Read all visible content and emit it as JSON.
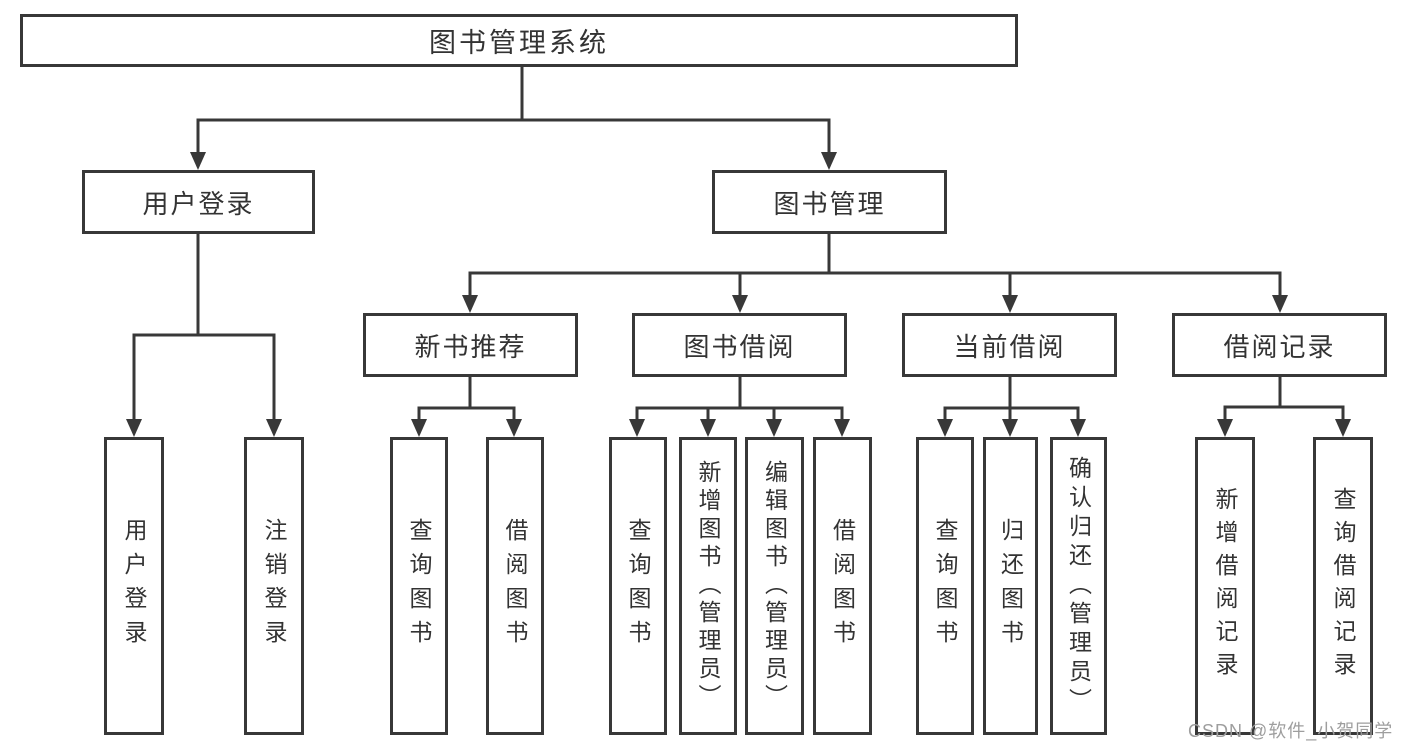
{
  "tree": {
    "root": {
      "label": "图书管理系统",
      "children": [
        {
          "label": "用户登录",
          "children": [
            {
              "label": "用户登录"
            },
            {
              "label": "注销登录"
            }
          ]
        },
        {
          "label": "图书管理",
          "children": [
            {
              "label": "新书推荐",
              "children": [
                {
                  "label": "查询图书"
                },
                {
                  "label": "借阅图书"
                }
              ]
            },
            {
              "label": "图书借阅",
              "children": [
                {
                  "label": "查询图书"
                },
                {
                  "label": "新增图书（管理员）"
                },
                {
                  "label": "编辑图书（管理员）"
                },
                {
                  "label": "借阅图书"
                }
              ]
            },
            {
              "label": "当前借阅",
              "children": [
                {
                  "label": "查询图书"
                },
                {
                  "label": "归还图书"
                },
                {
                  "label": "确认归还（管理员）"
                }
              ]
            },
            {
              "label": "借阅记录",
              "children": [
                {
                  "label": "新增借阅记录"
                },
                {
                  "label": "查询借阅记录"
                }
              ]
            }
          ]
        }
      ]
    }
  },
  "watermark": "CSDN @软件_小贺同学",
  "colors": {
    "line": "#383838",
    "text": "#333333",
    "watermark": "#9e9e9e",
    "background": "#ffffff"
  }
}
